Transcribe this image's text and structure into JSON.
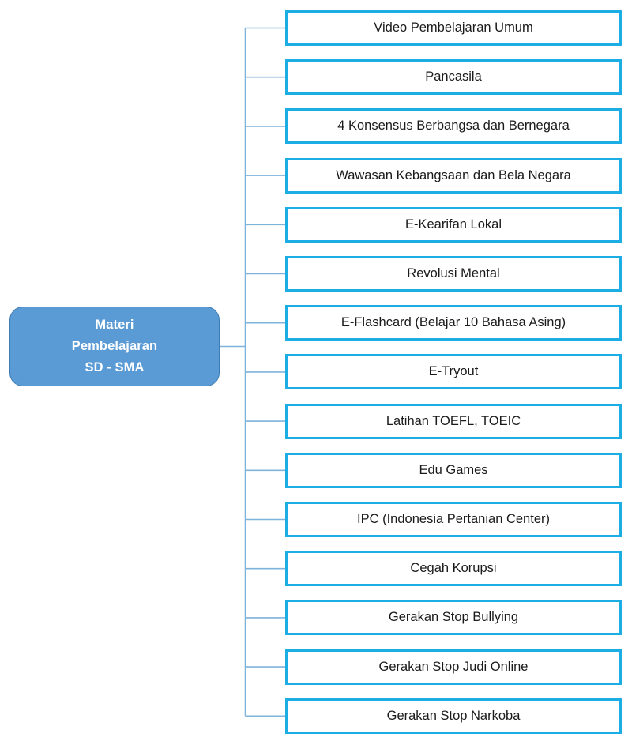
{
  "diagram": {
    "type": "tree",
    "orientation": "left-to-right",
    "root": {
      "label": "Materi Pembelajaran SD - SMA",
      "lines": [
        "Materi",
        "Pembelajaran",
        "SD - SMA"
      ],
      "fill_color": "#5B9BD5",
      "border_color": "#3E7CB1",
      "text_color": "#FFFFFF"
    },
    "node_style": {
      "fill_color": "#FFFFFF",
      "border_color": "#1CADE4",
      "text_color": "#1A1A1A"
    },
    "connector_color": "#7EB3DC",
    "children": [
      {
        "label": "Video Pembelajaran Umum"
      },
      {
        "label": "Pancasila"
      },
      {
        "label": "4 Konsensus Berbangsa dan Bernegara"
      },
      {
        "label": "Wawasan Kebangsaan dan Bela Negara"
      },
      {
        "label": "E-Kearifan Lokal"
      },
      {
        "label": "Revolusi Mental"
      },
      {
        "label": "E-Flashcard (Belajar 10 Bahasa Asing)"
      },
      {
        "label": "E-Tryout"
      },
      {
        "label": "Latihan TOEFL, TOEIC"
      },
      {
        "label": "Edu Games"
      },
      {
        "label": "IPC (Indonesia Pertanian Center)"
      },
      {
        "label": "Cegah Korupsi"
      },
      {
        "label": "Gerakan Stop Bullying"
      },
      {
        "label": "Gerakan Stop Judi Online"
      },
      {
        "label": "Gerakan Stop Narkoba"
      }
    ]
  }
}
